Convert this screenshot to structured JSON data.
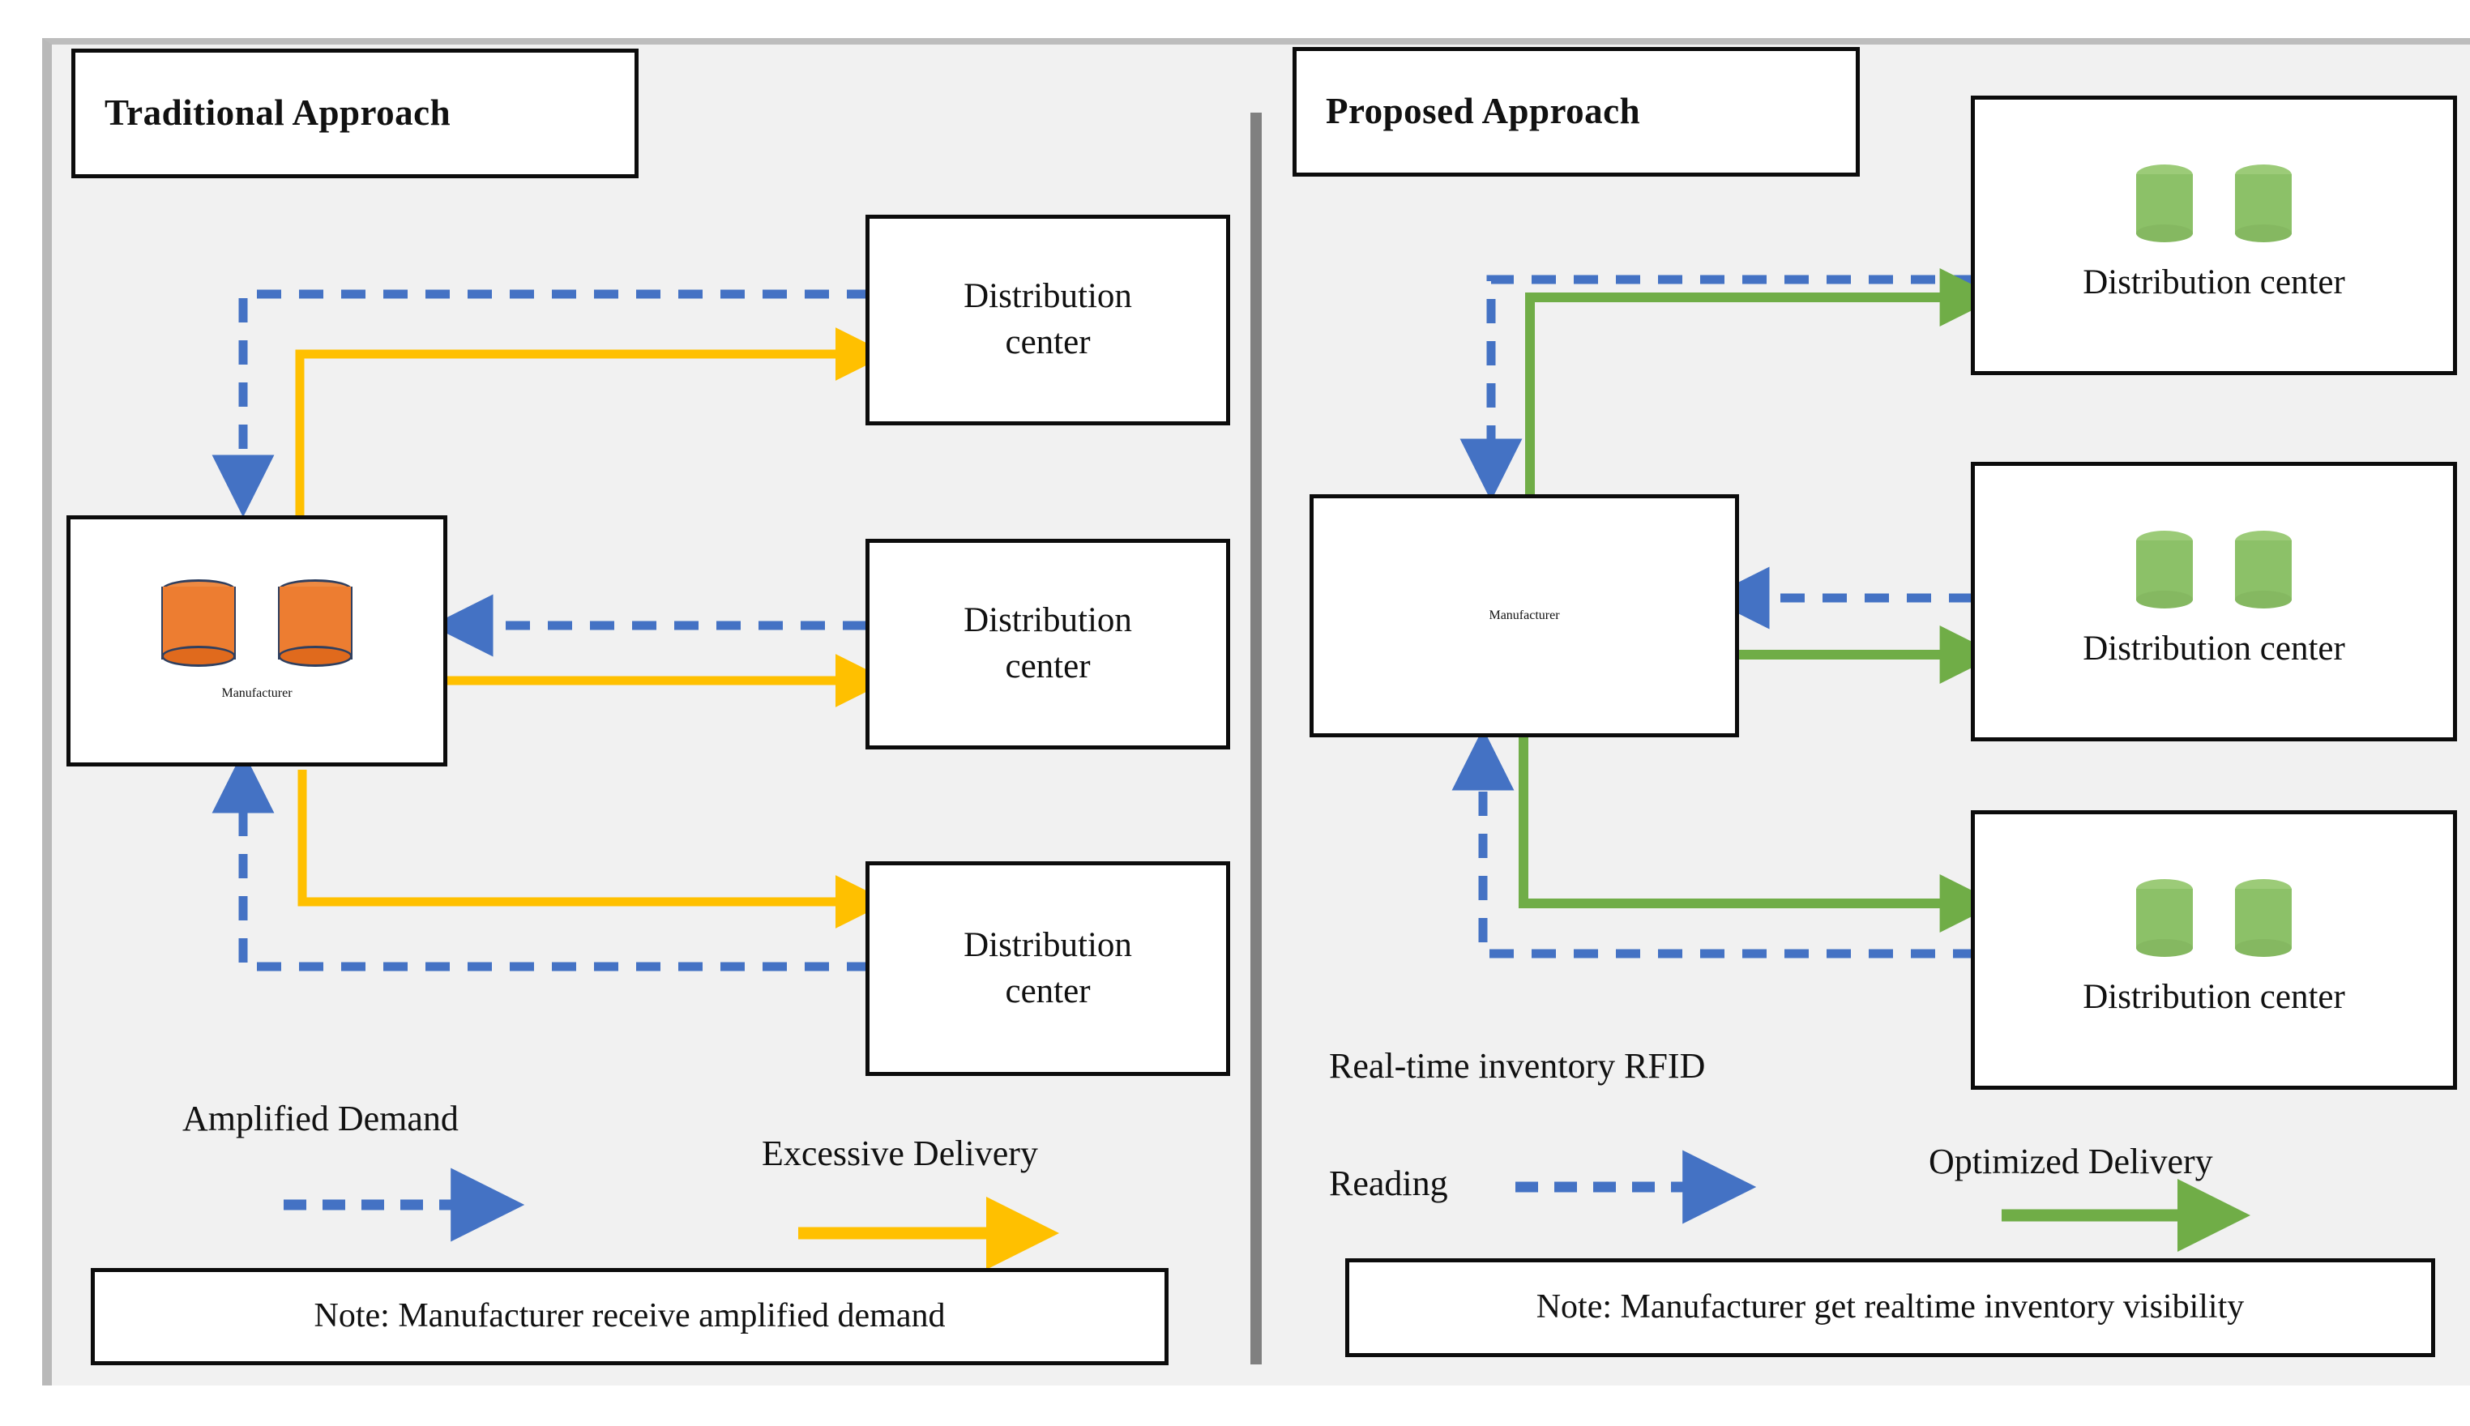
{
  "figure": {
    "background": "#f1f1f1",
    "divider_color": "#808080"
  },
  "colors": {
    "demand_blue": "#4472c4",
    "excessive_delivery_yellow": "#ffc000",
    "optimized_delivery_green": "#70ad47",
    "manufacturer_cylinder": "#ed7d31",
    "dc_cylinder": "#8cc168",
    "box_border": "#0c0c0c"
  },
  "left_panel": {
    "title": "Traditional Approach",
    "manufacturer": {
      "label": "Manufacturer",
      "cylinder_count": 2,
      "cylinder_color": "#ed7d31"
    },
    "distribution_centers": [
      {
        "line1": "Distribution",
        "line2": "center"
      },
      {
        "line1": "Distribution",
        "line2": "center"
      },
      {
        "line1": "Distribution",
        "line2": "center"
      }
    ],
    "legend": [
      {
        "label": "Amplified Demand",
        "style": "dashed",
        "color": "#4472c4"
      },
      {
        "label": "Excessive Delivery",
        "style": "solid",
        "color": "#ffc000"
      }
    ],
    "note": "Note: Manufacturer receive amplified demand"
  },
  "right_panel": {
    "title": "Proposed Approach",
    "manufacturer": {
      "label": "Manufacturer",
      "cylinder_count": 0
    },
    "distribution_centers": [
      {
        "label": "Distribution center",
        "cylinder_count": 2,
        "cylinder_color": "#8cc168"
      },
      {
        "label": "Distribution center",
        "cylinder_count": 2,
        "cylinder_color": "#8cc168"
      },
      {
        "label": "Distribution center",
        "cylinder_count": 2,
        "cylinder_color": "#8cc168"
      }
    ],
    "legend": [
      {
        "label_line1": "Real-time inventory RFID",
        "label_line2": "Reading",
        "style": "dashed",
        "color": "#4472c4"
      },
      {
        "label_line1": "Optimized Delivery",
        "style": "solid",
        "color": "#70ad47"
      }
    ],
    "note": "Note: Manufacturer get realtime inventory visibility"
  }
}
